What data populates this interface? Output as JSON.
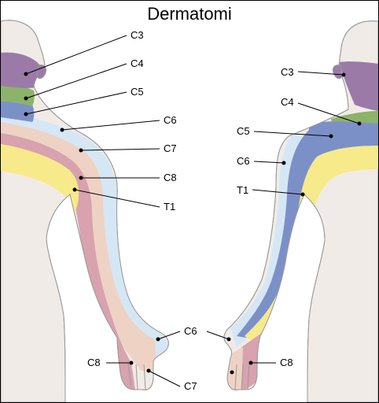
{
  "title": "Dermatomi",
  "colors": {
    "skin": "#f1ebe8",
    "outline": "#9a9a9a",
    "C3": "#9b7aa8",
    "C4": "#8cb36a",
    "C5": "#7c90c8",
    "C6": "#d5e7f5",
    "C7": "#eed3c5",
    "C8": "#d8a2ae",
    "T1": "#f7ea8a"
  },
  "labels": {
    "left": {
      "c3": "C3",
      "c4": "C4",
      "c5": "C5",
      "c6": "C6",
      "c7": "C7",
      "c8": "C8",
      "t1": "T1",
      "hand_c6": "C6",
      "hand_c8": "C8",
      "hand_c7": "C7"
    },
    "right": {
      "c3": "C3",
      "c4": "C4",
      "c5": "C5",
      "c6": "C6",
      "t1": "T1",
      "hand_c8": "C8"
    }
  }
}
